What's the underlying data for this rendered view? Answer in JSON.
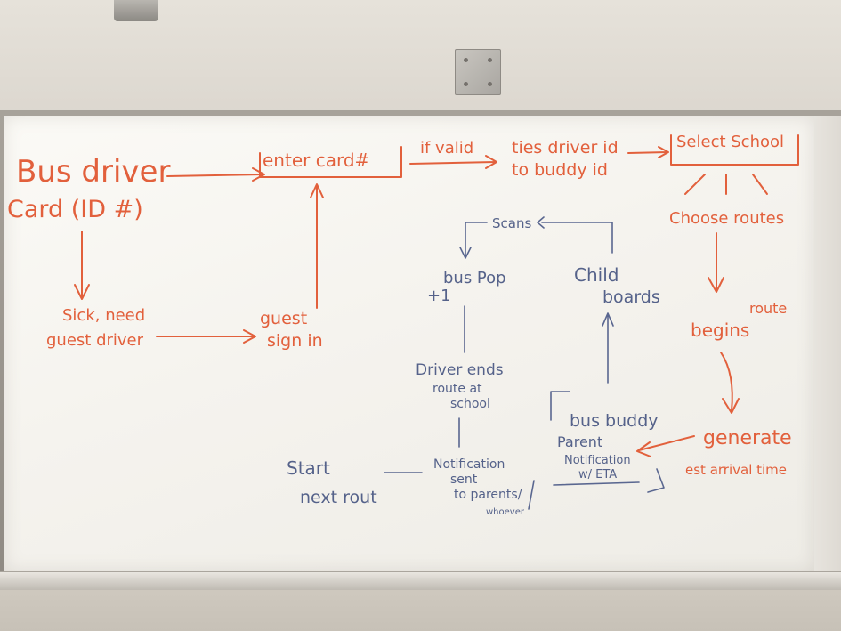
{
  "colors": {
    "orange_marker": "#e2603c",
    "blue_marker": "#55628a",
    "board": "#f7f5f0",
    "frame": "#a39e96"
  },
  "whiteboard": {
    "orange": {
      "bus_driver": "Bus driver",
      "card_id": "Card (ID #)",
      "enter_card": "enter card#",
      "if_valid": "if valid",
      "ties_line1": "ties driver id",
      "ties_line2": "to buddy id",
      "select_school": "Select School",
      "choose_routes": "Choose routes",
      "sick_line1": "Sick, need",
      "sick_line2": "guest driver",
      "guest_line1": "guest",
      "guest_line2": "sign in",
      "begins": "begins",
      "route": "route",
      "generate": "generate",
      "est_arrival": "est arrival time"
    },
    "blue": {
      "scans": "Scans",
      "bus_pop": "bus Pop",
      "plus_one": "+1",
      "child": "Child",
      "boards": "boards",
      "driver_ends_line1": "Driver ends",
      "driver_ends_line2": "route at",
      "driver_ends_line3": "school",
      "bus_buddy": "bus buddy",
      "parent": "Parent",
      "notification_line1": "Notification",
      "notification_line2": "w/ ETA",
      "notif_sent_line1": "Notification",
      "notif_sent_line2": "sent",
      "notif_sent_line3": "to parents/",
      "whoever": "whoever",
      "start": "Start",
      "next_rout": "next rout"
    }
  }
}
